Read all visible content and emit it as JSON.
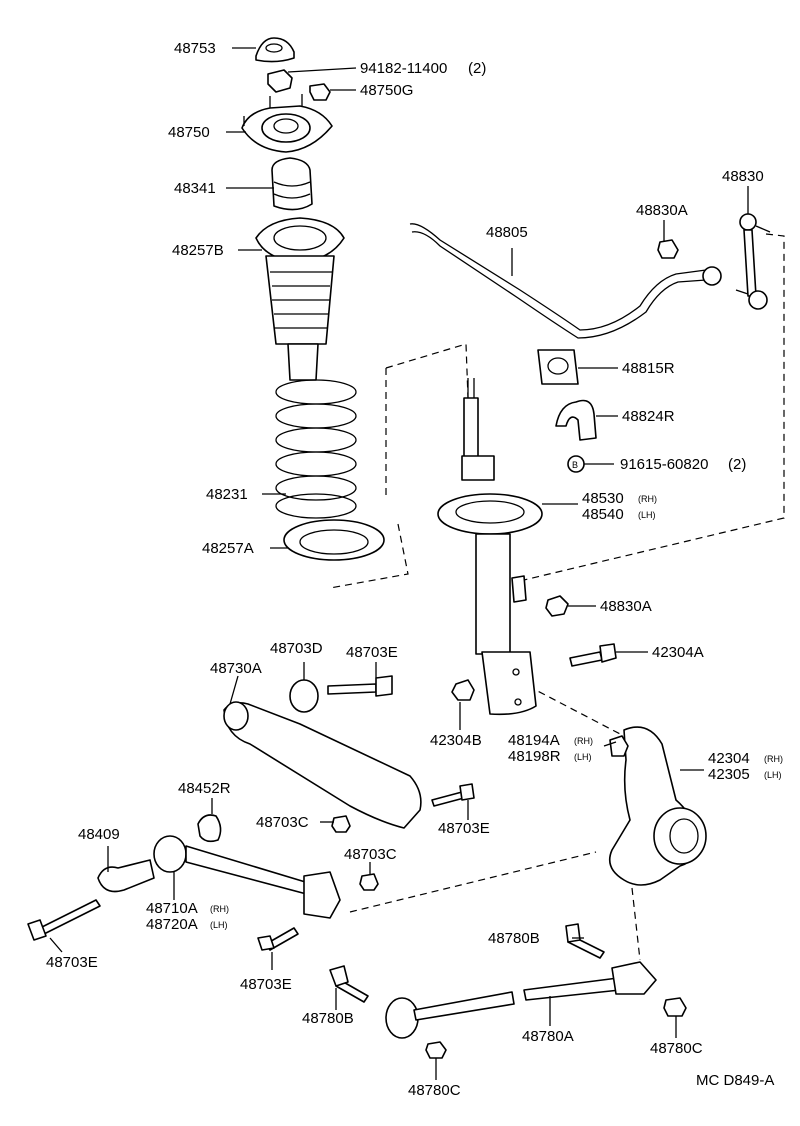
{
  "labels": [
    {
      "id": "l48753",
      "text": "48753"
    },
    {
      "id": "l94182",
      "text": "94182-11400"
    },
    {
      "id": "l94182q",
      "text": "(2)"
    },
    {
      "id": "l48750G",
      "text": "48750G"
    },
    {
      "id": "l48750",
      "text": "48750"
    },
    {
      "id": "l48341",
      "text": "48341"
    },
    {
      "id": "l48257B",
      "text": "48257B"
    },
    {
      "id": "l48231",
      "text": "48231"
    },
    {
      "id": "l48257A",
      "text": "48257A"
    },
    {
      "id": "l48830",
      "text": "48830"
    },
    {
      "id": "l48830A1",
      "text": "48830A"
    },
    {
      "id": "l48805",
      "text": "48805"
    },
    {
      "id": "l48815R",
      "text": "48815R"
    },
    {
      "id": "l48824R",
      "text": "48824R"
    },
    {
      "id": "lB",
      "text": "B"
    },
    {
      "id": "l91615",
      "text": "91615-60820"
    },
    {
      "id": "l91615q",
      "text": "(2)"
    },
    {
      "id": "l48530",
      "text": "48530"
    },
    {
      "id": "l48530s",
      "text": "(RH)"
    },
    {
      "id": "l48540",
      "text": "48540"
    },
    {
      "id": "l48540s",
      "text": "(LH)"
    },
    {
      "id": "l48830A2",
      "text": "48830A"
    },
    {
      "id": "l42304A",
      "text": "42304A"
    },
    {
      "id": "l48703D",
      "text": "48703D"
    },
    {
      "id": "l48703E1",
      "text": "48703E"
    },
    {
      "id": "l48730A",
      "text": "48730A"
    },
    {
      "id": "l42304B",
      "text": "42304B"
    },
    {
      "id": "l48194A",
      "text": "48194A"
    },
    {
      "id": "l48194As",
      "text": "(RH)"
    },
    {
      "id": "l48198R",
      "text": "48198R"
    },
    {
      "id": "l48198Rs",
      "text": "(LH)"
    },
    {
      "id": "l42304",
      "text": "42304"
    },
    {
      "id": "l42304s",
      "text": "(RH)"
    },
    {
      "id": "l42305",
      "text": "42305"
    },
    {
      "id": "l42305s",
      "text": "(LH)"
    },
    {
      "id": "l48452R",
      "text": "48452R"
    },
    {
      "id": "l48703C1",
      "text": "48703C"
    },
    {
      "id": "l48703E2",
      "text": "48703E"
    },
    {
      "id": "l48409",
      "text": "48409"
    },
    {
      "id": "l48703C2",
      "text": "48703C"
    },
    {
      "id": "l48710A",
      "text": "48710A"
    },
    {
      "id": "l48710As",
      "text": "(RH)"
    },
    {
      "id": "l48720A",
      "text": "48720A"
    },
    {
      "id": "l48720As",
      "text": "(LH)"
    },
    {
      "id": "l48703E3",
      "text": "48703E"
    },
    {
      "id": "l48703E4",
      "text": "48703E"
    },
    {
      "id": "l48780B1",
      "text": "48780B"
    },
    {
      "id": "l48780B2",
      "text": "48780B"
    },
    {
      "id": "l48780A",
      "text": "48780A"
    },
    {
      "id": "l48780C1",
      "text": "48780C"
    },
    {
      "id": "l48780C2",
      "text": "48780C"
    },
    {
      "id": "lMC",
      "text": "MC D849-A"
    }
  ]
}
